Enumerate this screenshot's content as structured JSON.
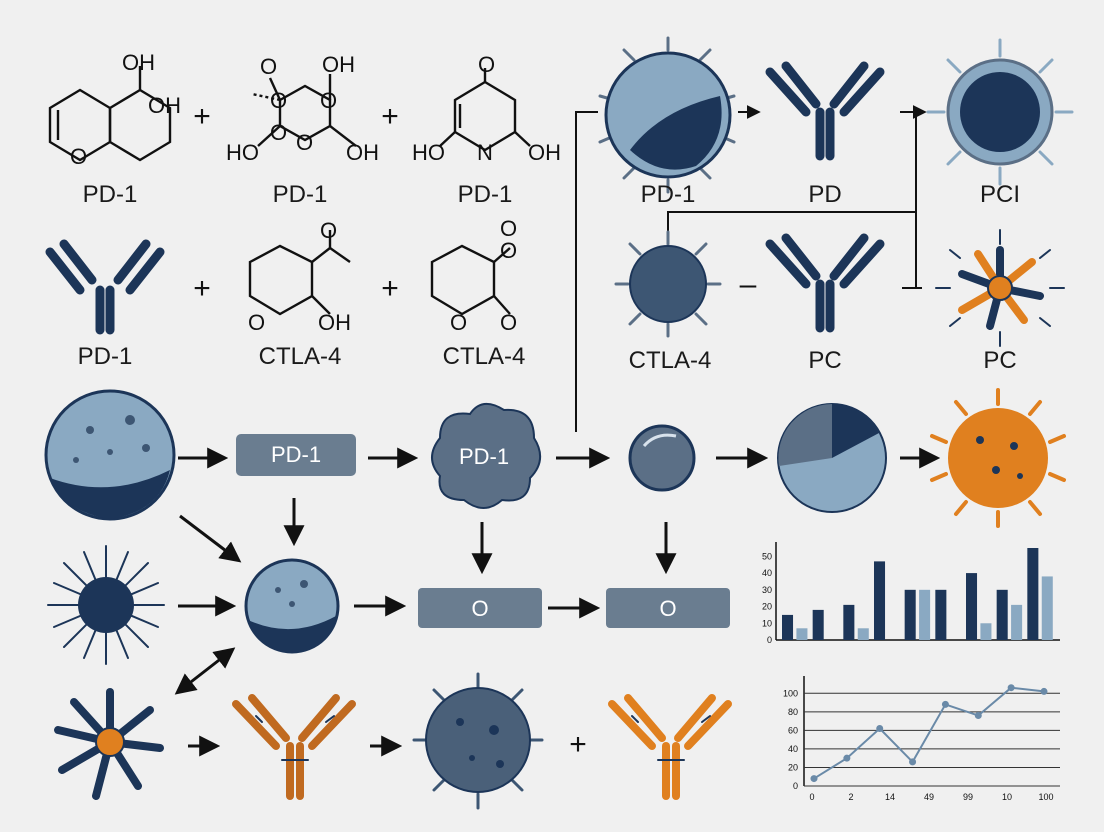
{
  "molecules": {
    "mol1": {
      "atoms": [
        "OH",
        "OH",
        "O"
      ],
      "label": "PD-1"
    },
    "mol2": {
      "atoms": [
        "O",
        "OH",
        "O",
        "O",
        "HO",
        "O",
        "O",
        "OH"
      ],
      "label": "PD-1"
    },
    "mol3": {
      "atoms": [
        "O",
        "HO",
        "N",
        "OH"
      ],
      "label": "PD-1"
    },
    "mol4": {
      "atoms": [
        "O",
        "O",
        "OH"
      ],
      "label": "CTLA-4"
    },
    "mol5": {
      "atoms": [
        "O",
        "O",
        "O",
        "O"
      ],
      "label": "CTLA-4"
    }
  },
  "plus": "+",
  "minus": "–",
  "antibody1": {
    "label": "PD-1"
  },
  "top_right": {
    "cell_label": "PD-1",
    "antibody_label": "PD",
    "result_label": "PCI",
    "virus_label": "CTLA-4",
    "antibody2_label": "PC",
    "burst_label": "PC"
  },
  "flow": {
    "box1": "PD-1",
    "cloud": "PD-1",
    "box_a": "O",
    "box_b": "O"
  },
  "colors": {
    "navy": "#1c3558",
    "slate": "#5b6f86",
    "light_blue": "#8aa9c2",
    "orange": "#e0801f",
    "brown_orange": "#c06a20",
    "gray_box": "#6a7d90"
  },
  "chart_data": [
    {
      "type": "bar",
      "yticks": [
        "0",
        "10",
        "20",
        "30",
        "40",
        "50"
      ],
      "ylim": [
        0,
        55
      ],
      "series": [
        {
          "values": [
            15,
            18,
            21,
            47,
            30,
            30,
            40,
            30,
            55
          ]
        },
        {
          "values": [
            7,
            7,
            30,
            10,
            21,
            38
          ]
        }
      ],
      "categories_count": 9
    },
    {
      "type": "line",
      "yticks": [
        "0",
        "20",
        "40",
        "60",
        "80",
        "100"
      ],
      "xticks": [
        "0",
        "2",
        "14",
        "49",
        "99",
        "10",
        "100"
      ],
      "ylim": [
        0,
        110
      ],
      "values": [
        8,
        30,
        62,
        26,
        88,
        76,
        106,
        102
      ]
    }
  ]
}
